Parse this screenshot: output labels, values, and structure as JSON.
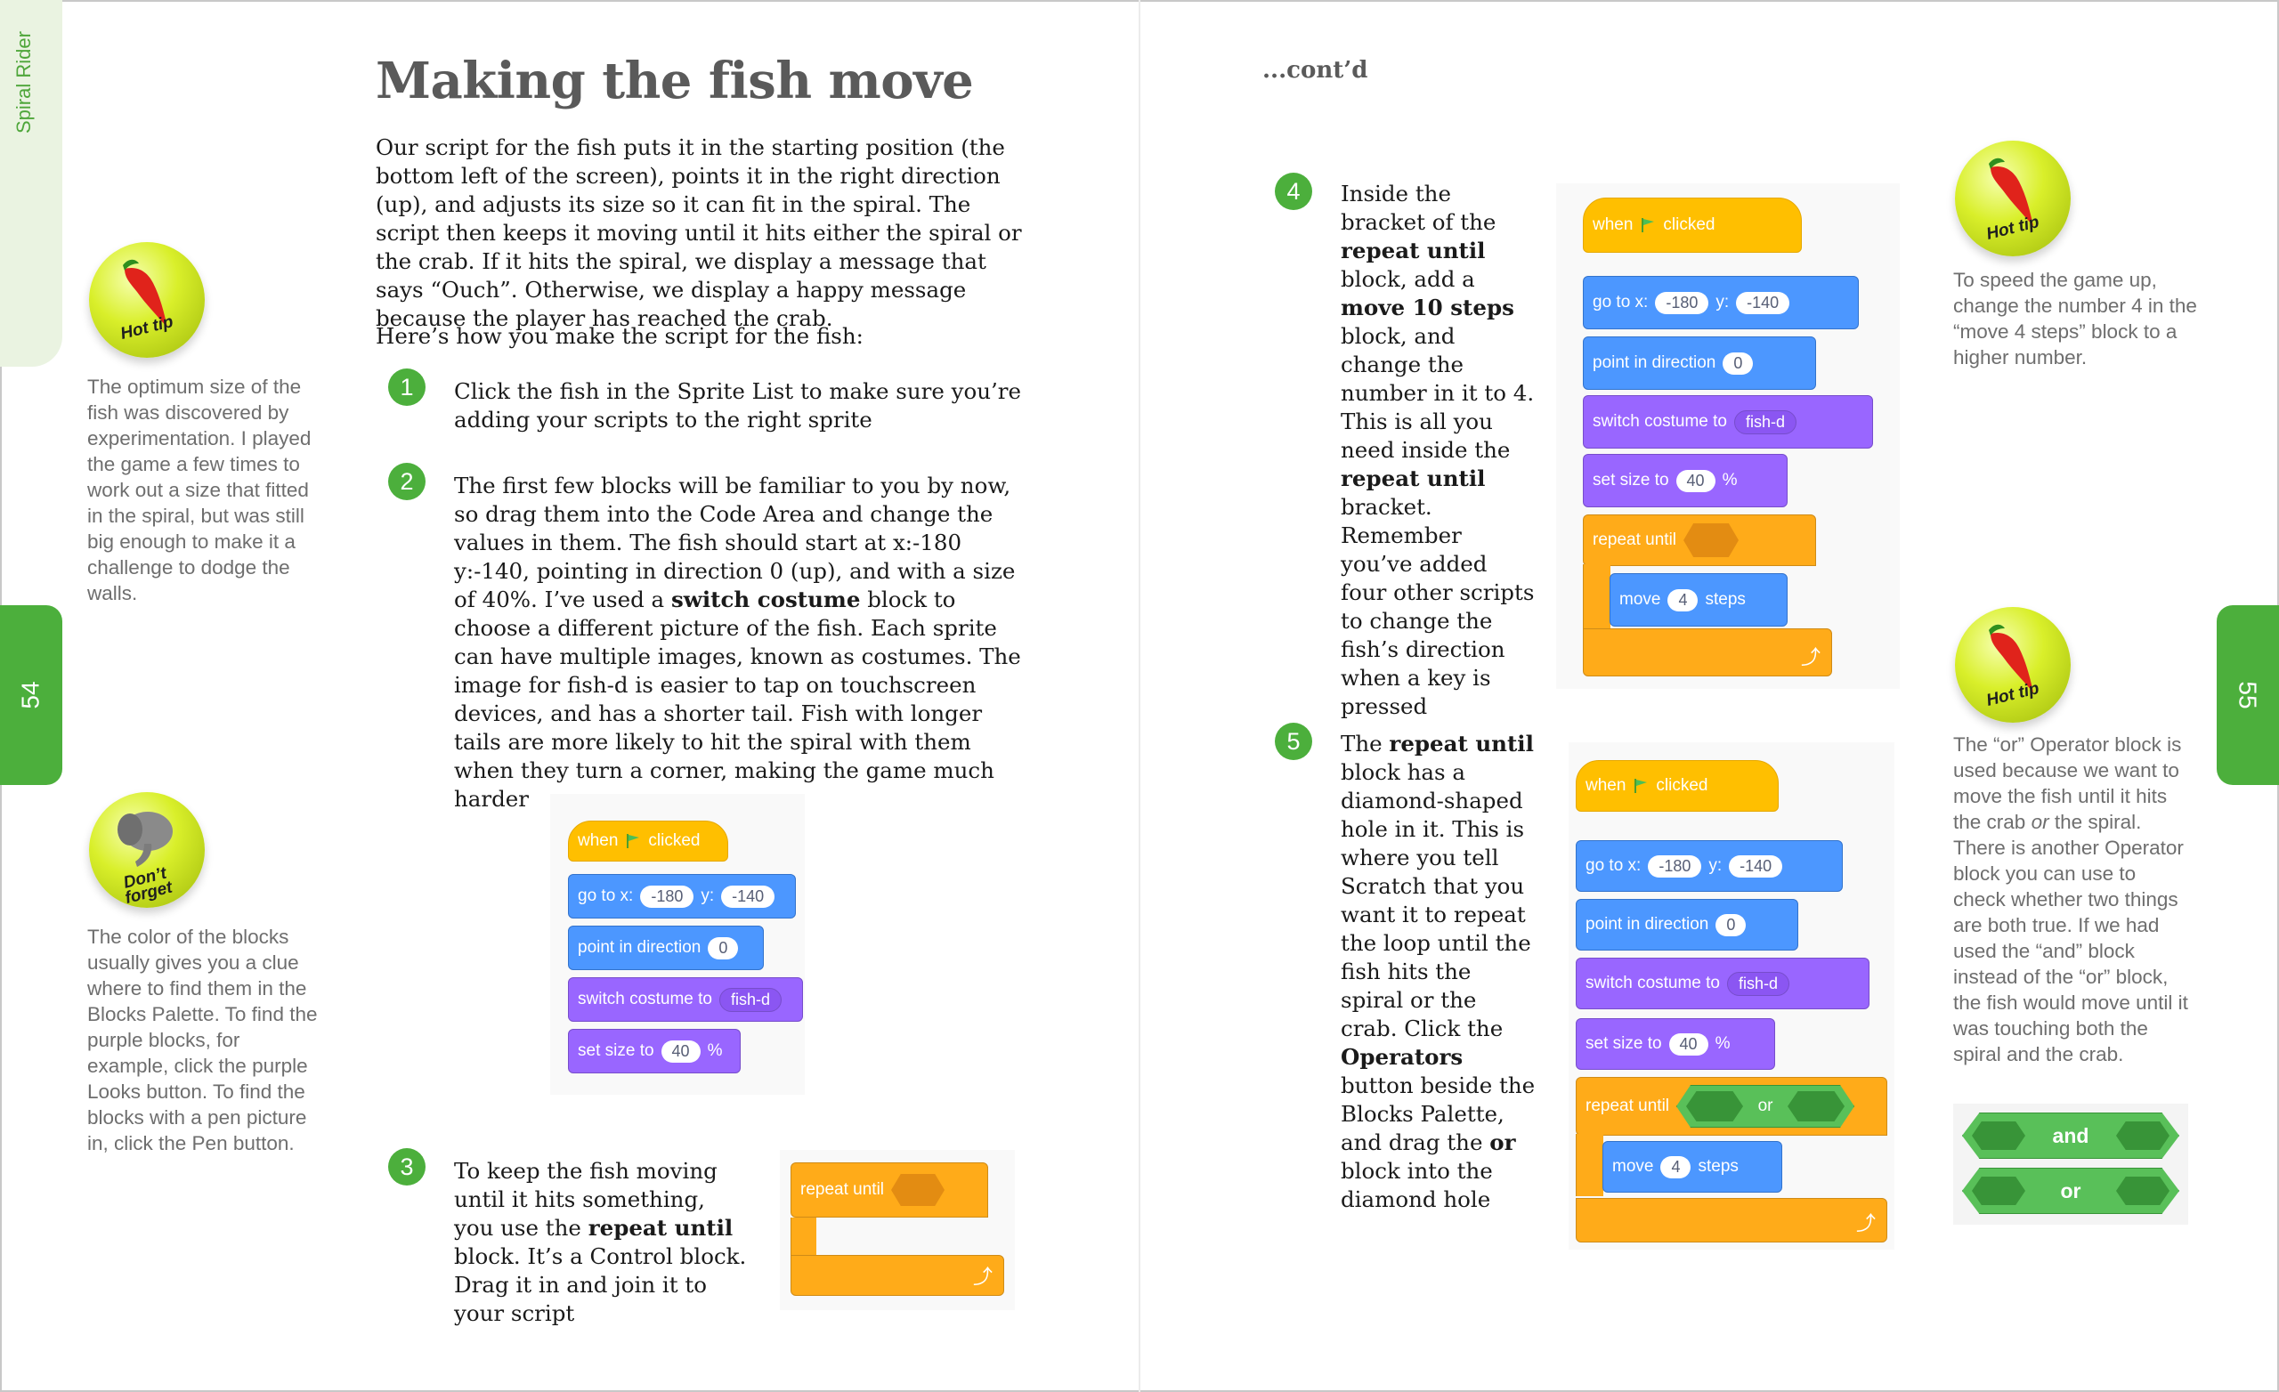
{
  "left_page": {
    "section_tab": "Spiral Rider",
    "page_number": "54",
    "title": "Making the fish move",
    "intro": "Our script for the fish puts it in the starting position (the bottom left of the screen), points it in the right direction (up), and adjusts its size so it can fit in the spiral. The script then keeps it moving until it hits either the spiral or the crab. If it hits the spiral, we display a message that says “Ouch”. Otherwise, we display a happy message because the player has reached the crab.",
    "howto": "Here’s how you make the script for the fish:",
    "step1": {
      "num": "1",
      "text": "Click the fish in the Sprite List to make sure you’re adding your scripts to the right sprite"
    },
    "step2": {
      "num": "2",
      "a": "The first few blocks will be familiar to you by now, so drag them into the Code Area and change the values in them. The fish should start at x:-180 y:-140, pointing in direction 0 (up), and with a size of 40%. I’ve used a ",
      "b": "switch costume",
      "c": " block to choose a different picture of the fish. Each sprite can have multiple images, known as costumes. The image for fish-d is easier to tap on touchscreen devices, and has a shorter tail. Fish with longer tails are more likely to hit the spiral with them when they turn a corner, making the game much harder"
    },
    "step3": {
      "num": "3",
      "a": "To keep the fish moving until it hits something, you use the ",
      "b": "repeat until",
      "c": " block. It’s a Control block. Drag it in and join it to your script"
    },
    "tip1": {
      "label": "Hot tip",
      "text": "The optimum size of the fish was discovered by experimentation. I played the game a few times to work out a size that fitted in the spiral, but was still big enough to make it a challenge to dodge the walls."
    },
    "tip2": {
      "label1": "Don’t",
      "label2": "forget",
      "text": "The color of the blocks usually gives you a clue where to find them in the Blocks Palette. To find the purple blocks, for example, click the purple Looks button. To find the blocks with a pen picture in, click the Pen button."
    }
  },
  "right_page": {
    "contd": "...cont’d",
    "page_number": "55",
    "step4": {
      "num": "4",
      "a": "Inside the bracket of the ",
      "b": "repeat until",
      "c": " block, add a ",
      "d": "move 10 steps",
      "e": " block, and change the number in it to 4. This is all you need inside the ",
      "f": "repeat until",
      "g": " bracket. Remember you’ve added four other scripts to change the fish’s direction when a key is pressed"
    },
    "step5": {
      "num": "5",
      "a": "The ",
      "b": "repeat until",
      "c": " block has a diamond-shaped hole in it. This is where you tell Scratch that you want it to repeat the loop until the fish hits the spiral or the crab. Click the ",
      "d": "Operators",
      "e": " button beside the Blocks Palette, and drag the ",
      "f": "or",
      "g": " block into the diamond hole"
    },
    "tip3": {
      "label": "Hot tip",
      "text": "To speed the game up, change the number 4 in the “move 4 steps” block to a higher number."
    },
    "tip4": {
      "label": "Hot tip",
      "a": "The “or” Operator block is used because we want to move the fish until it hits the crab ",
      "b": "or",
      "c": " the spiral. There is another Operator block you can use to check whether two things are both true. If we had used the “and” block instead of the “or” block, the fish would move until it was touching both the spiral and the crab."
    }
  },
  "blocks": {
    "when": "when",
    "clicked": "clicked",
    "goto": "go to x:",
    "y": "y:",
    "x_val": "-180",
    "y_val": "-140",
    "point": "point in direction",
    "dir_val": "0",
    "switch": "switch costume to",
    "costume": "fish-d",
    "setsize": "set size to",
    "size_val": "40",
    "pct": "%",
    "repeat": "repeat until",
    "move": "move",
    "steps_val": "4",
    "steps": "steps",
    "or": "or",
    "and": "and"
  },
  "colors": {
    "accent_green": "#4caf3c",
    "events": "#ffbf00",
    "motion": "#4c97ff",
    "looks": "#9966ff",
    "control": "#ffab19",
    "operators": "#59c059"
  }
}
